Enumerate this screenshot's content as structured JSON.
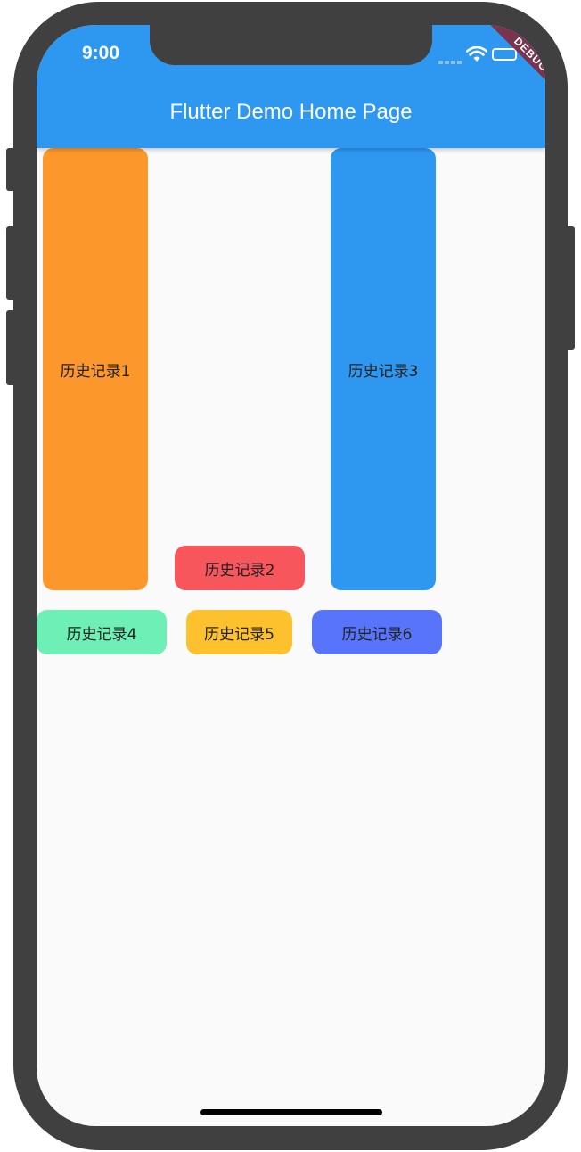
{
  "status_bar": {
    "time": "9:00"
  },
  "app_bar": {
    "title": "Flutter Demo Home Page",
    "color": "#2e97f0"
  },
  "debug_banner": {
    "label": "DEBUG"
  },
  "history_items": [
    {
      "label": "历史记录1",
      "color": "#fc972b"
    },
    {
      "label": "历史记录2",
      "color": "#f8565d"
    },
    {
      "label": "历史记录3",
      "color": "#2e97f0"
    },
    {
      "label": "历史记录4",
      "color": "#6eefb5"
    },
    {
      "label": "历史记录5",
      "color": "#fcc12d"
    },
    {
      "label": "历史记录6",
      "color": "#5874fa"
    }
  ]
}
